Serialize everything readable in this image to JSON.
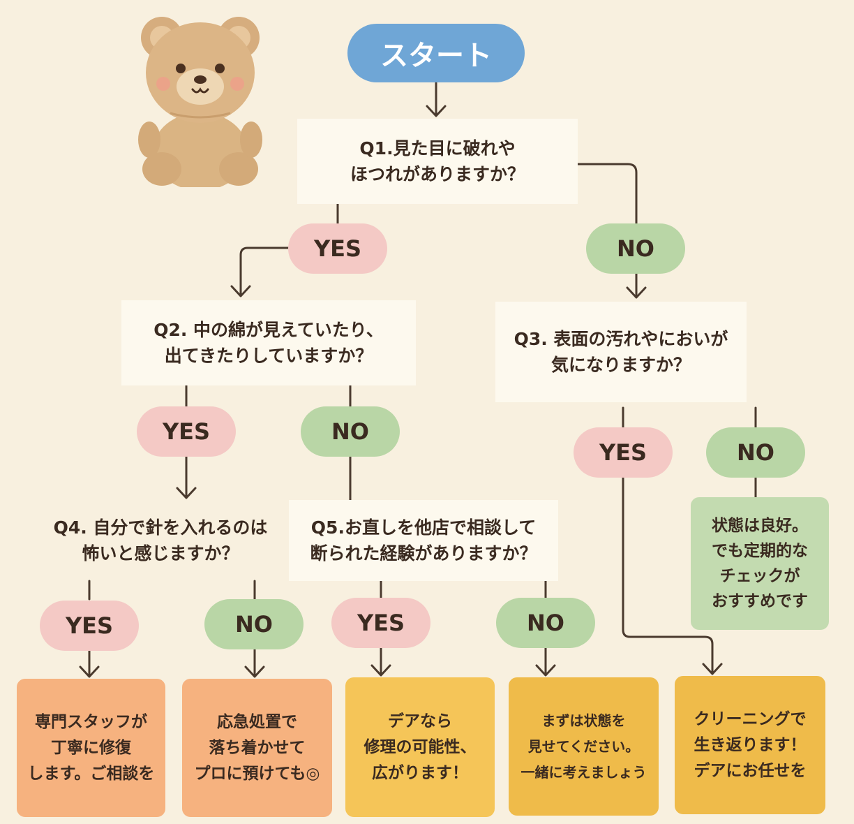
{
  "start": {
    "label": "スタート"
  },
  "q1": {
    "line1": "Q1.見た目に破れや",
    "line2": "ほつれがありますか？"
  },
  "q2": {
    "line1": "Q2. 中の綿が見えていたり、",
    "line2": "出てきたりしていますか？"
  },
  "q3": {
    "line1": "Q3. 表面の汚れやにおいが",
    "line2": "気になりますか？"
  },
  "q4": {
    "line1": "Q4. 自分で針を入れるのは",
    "line2": "怖いと感じますか？"
  },
  "q5": {
    "line1": "Q5.お直しを他店で相談して",
    "line2": "断られた経験がありますか？"
  },
  "answers": {
    "yes": "YES",
    "no": "NO"
  },
  "results": {
    "r1": [
      "専門スタッフが",
      "丁寧に修復",
      "します。ご相談を"
    ],
    "r2": [
      "応急処置で",
      "落ち着かせて",
      "プロに預けても◎"
    ],
    "r3": [
      "デアなら",
      "修理の可能性、",
      "広がります！"
    ],
    "r4": [
      "まずは状態を",
      "見せてください。",
      "一緒に考えましょう"
    ],
    "r5": [
      "クリーニングで",
      "生き返ります！",
      "デアにお任せを"
    ],
    "r6": [
      "状態は良好。",
      "でも定期的な",
      "チェックが",
      "おすすめです"
    ]
  },
  "colors": {
    "background": "#f8f0df",
    "start": "#6fa6d6",
    "yes": "#f4c9c5",
    "no": "#b9d6a6",
    "result_orange": "#f6b27f",
    "result_yellow": "#f5c558",
    "result_gold": "#efbb4a",
    "result_green": "#c3dbb0",
    "line": "#4a3a2e"
  },
  "illustration": {
    "icon": "teddy-bear-icon"
  }
}
